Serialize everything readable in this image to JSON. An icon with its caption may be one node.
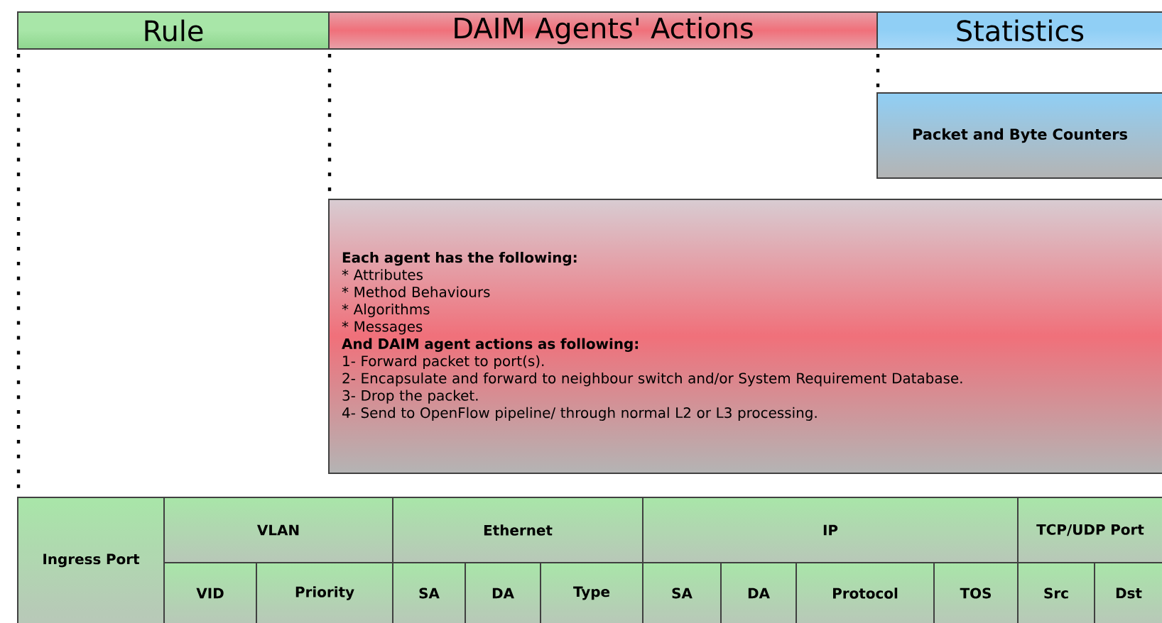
{
  "diagram": {
    "nodes": [
      {
        "text": [
          "Rule"
        ]
      },
      {
        "text": [
          "DAIM Agents' Actions"
        ]
      },
      {
        "text": [
          "Statistics"
        ]
      },
      {
        "text": [
          "Packet and Byte Counters"
        ]
      },
      {
        "text": [
          "Each agent has the following:",
          "* Attributes",
          "* Method Behaviours",
          "* Algorithms",
          "* Messages",
          "And DAIM agent actions as following:",
          "1- Forward packet to port(s).",
          "2- Encapsulate and forward to neighbour switch and/or System Requirement Database.",
          "3- Drop the packet.",
          "4- Send to OpenFlow pipeline/ through normal L2 or L3 processing."
        ]
      },
      {
        "text": [
          "Ingress Port"
        ]
      },
      {
        "text": [
          "VLAN"
        ]
      },
      {
        "text": [
          "Ethernet"
        ]
      },
      {
        "text": [
          "IP"
        ]
      },
      {
        "text": [
          "TCP/UDP Port"
        ]
      },
      {
        "text": [
          "VID"
        ]
      },
      {
        "text": [
          "Priority"
        ]
      },
      {
        "text": [
          "SA"
        ]
      },
      {
        "text": [
          "DA"
        ]
      },
      {
        "text": [
          "Type"
        ]
      },
      {
        "text": [
          "SA"
        ]
      },
      {
        "text": [
          "DA"
        ]
      },
      {
        "text": [
          "Protocol"
        ]
      },
      {
        "text": [
          "TOS"
        ]
      },
      {
        "text": [
          "Src"
        ]
      },
      {
        "text": [
          "Dst"
        ]
      }
    ],
    "edges": [
      {
        "from": 0,
        "to": 5,
        "arrow": "none",
        "style": "dashed"
      },
      {
        "from": 1,
        "to": 4,
        "arrow": "none",
        "style": "dashed"
      },
      {
        "from": 2,
        "to": 3,
        "arrow": "none",
        "style": "dashed"
      }
    ]
  }
}
